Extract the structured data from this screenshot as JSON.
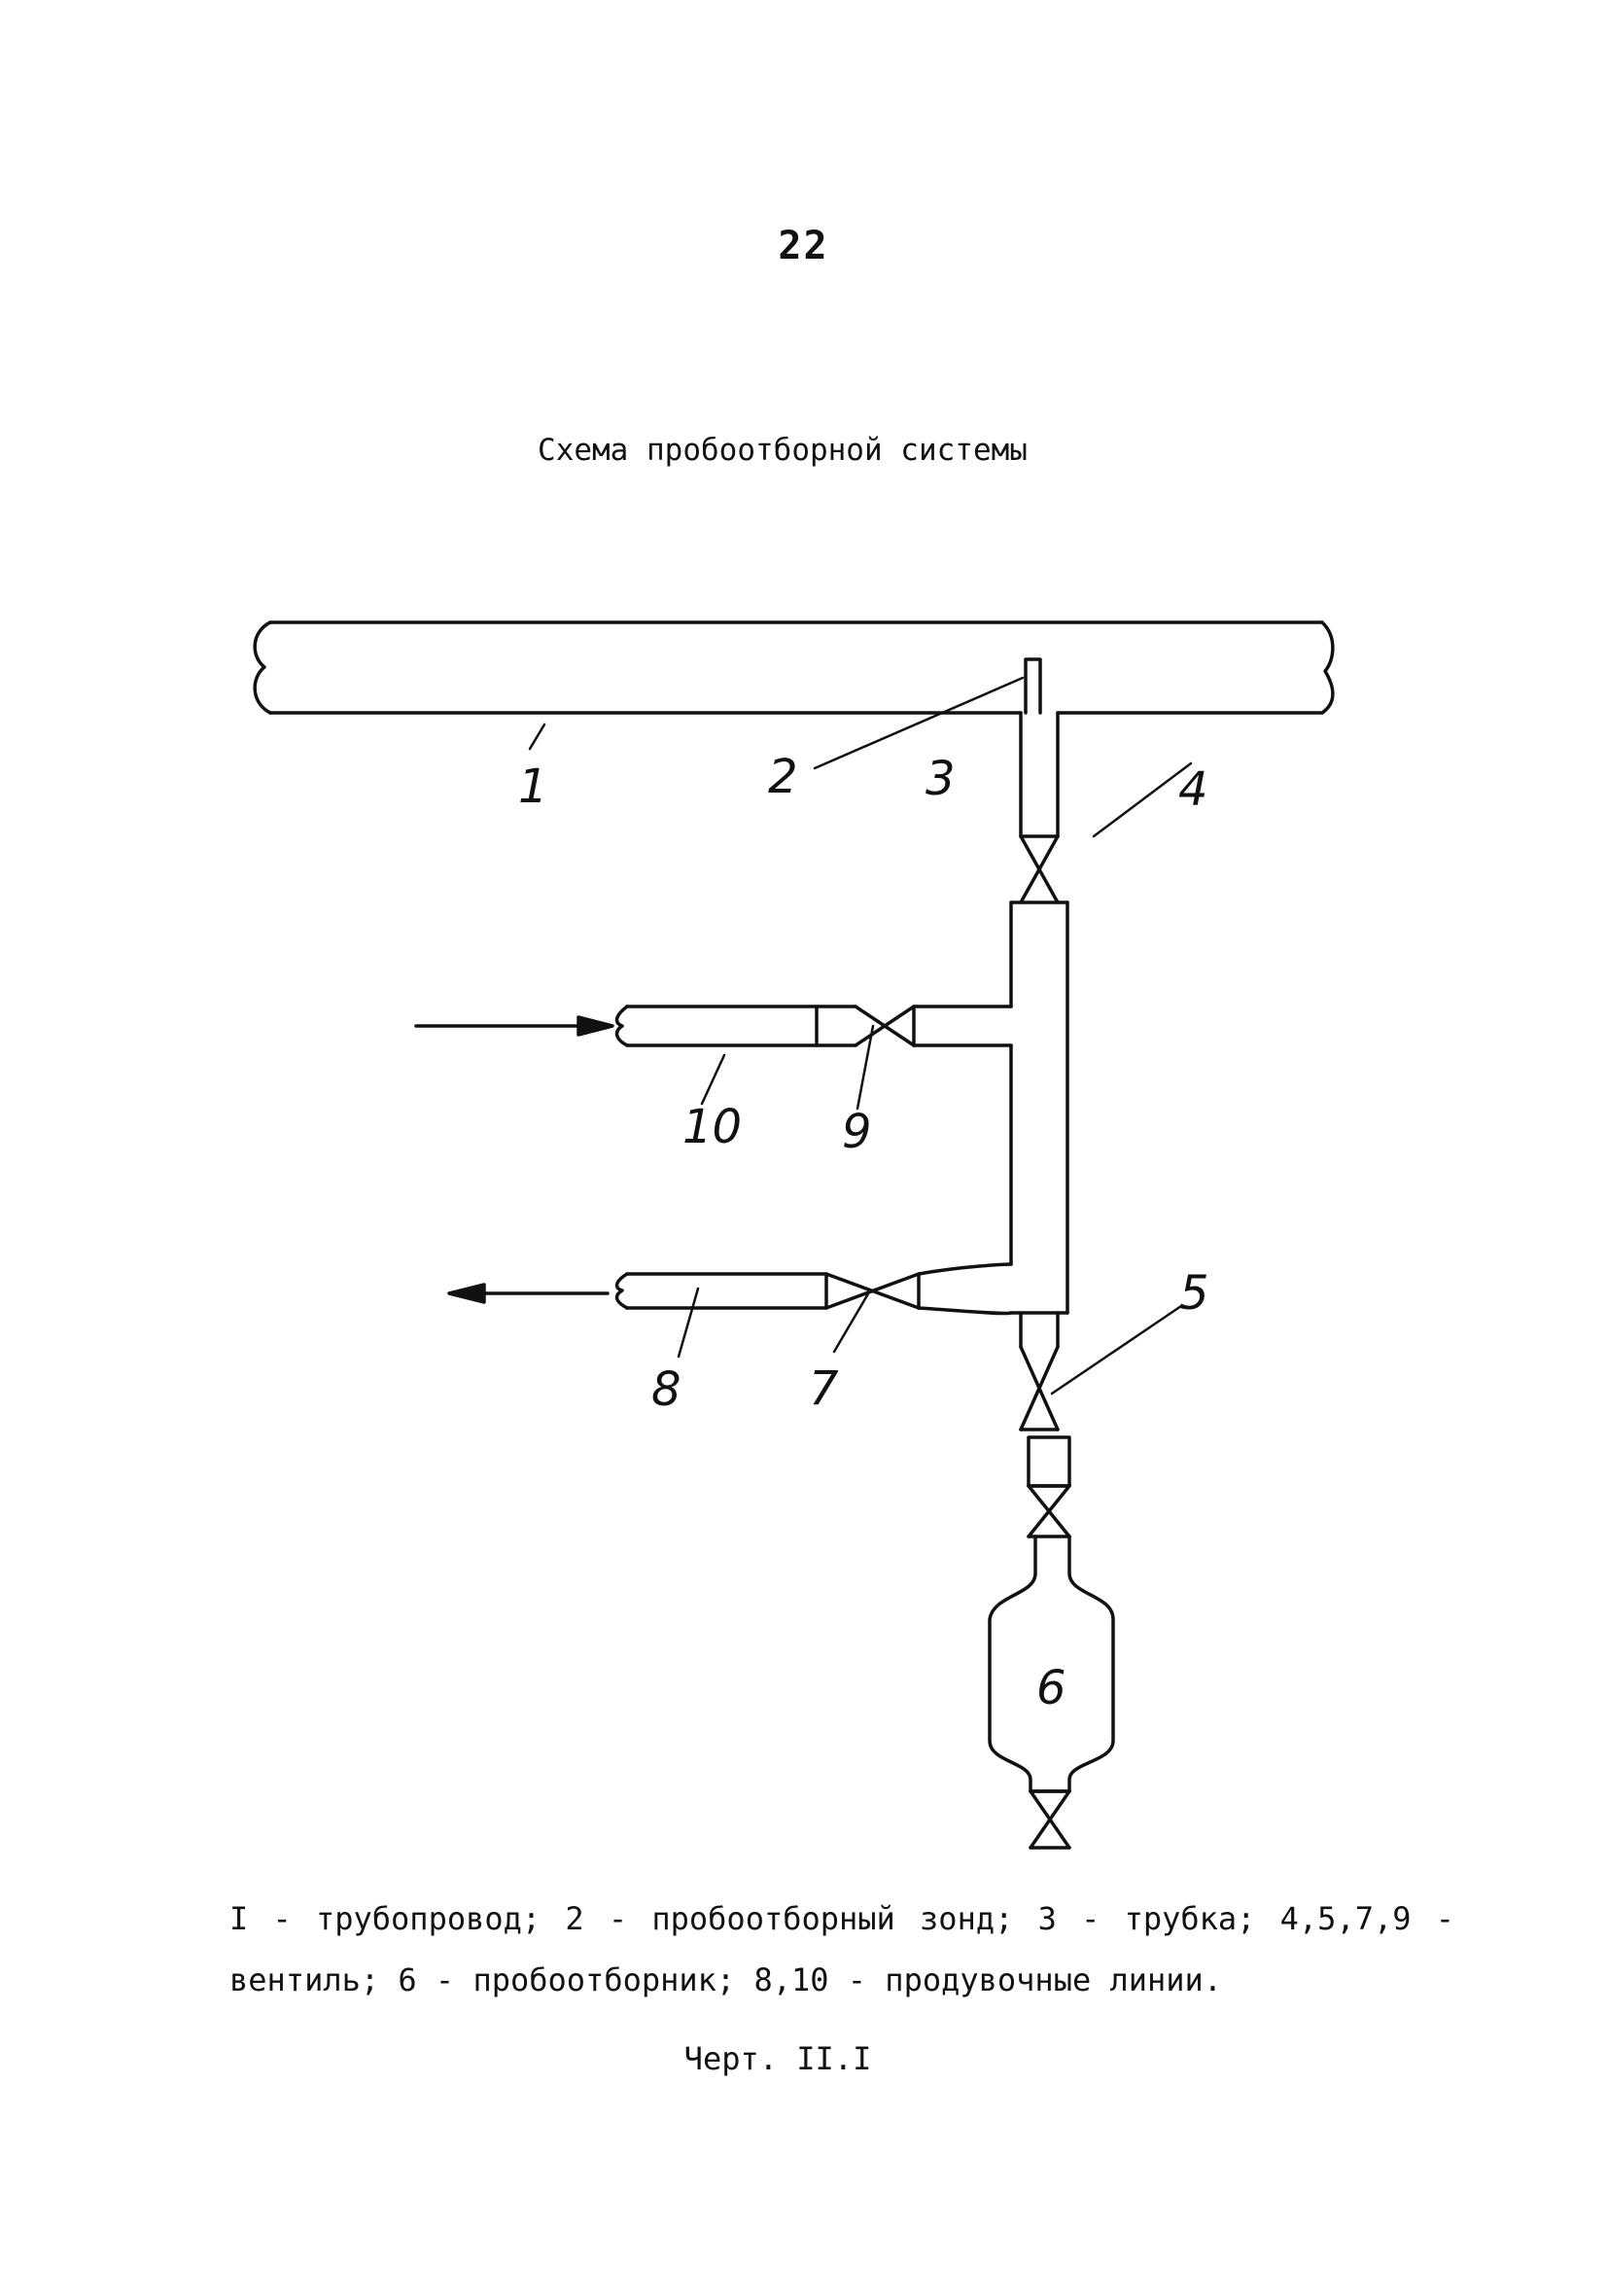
{
  "page_number": "22",
  "title": "Схема пробоотборной системы",
  "labels": {
    "l1": "1",
    "l2": "2",
    "l3": "3",
    "l4": "4",
    "l5": "5",
    "l6": "6",
    "l7": "7",
    "l8": "8",
    "l9": "9",
    "l10": "10"
  },
  "caption": "I - трубопровод; 2 - пробоотборный зонд; 3 - трубка; 4,5,7,9 - вентиль; 6 - пробоотборник; 8,10 - продувочные линии.",
  "figure_ref": "Черт. II.I"
}
